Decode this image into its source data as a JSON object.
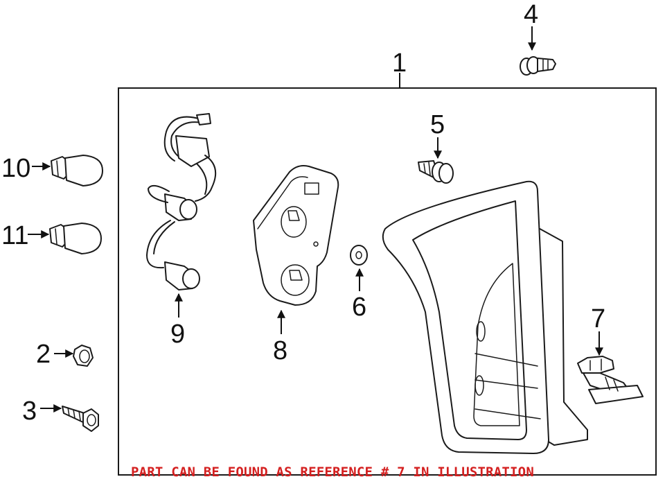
{
  "callouts": {
    "c1": "1",
    "c2": "2",
    "c3": "3",
    "c4": "4",
    "c5": "5",
    "c6": "6",
    "c7": "7",
    "c8": "8",
    "c9": "9",
    "c10": "10",
    "c11": "11"
  },
  "footnote": {
    "text": "PART CAN BE FOUND AS REFERENCE # 7 IN ILLUSTRATION",
    "color": "#d42020"
  },
  "colors": {
    "line": "#1a1a1a",
    "background": "#ffffff"
  }
}
